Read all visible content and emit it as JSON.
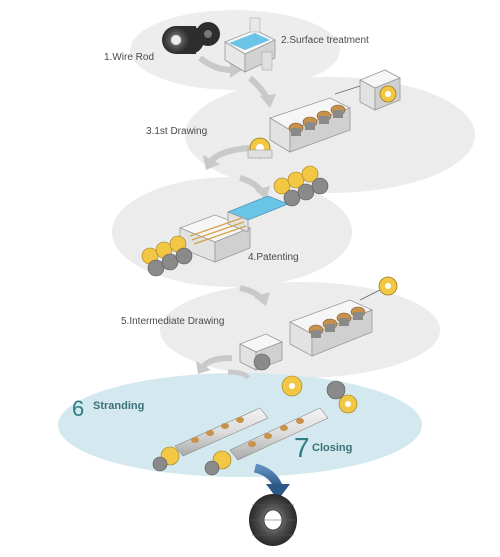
{
  "steps": {
    "s1": {
      "label": "1.Wire Rod"
    },
    "s2": {
      "label": "2.Surface treatment"
    },
    "s3": {
      "label": "3.1st Drawing"
    },
    "s4": {
      "label": "4.Patenting"
    },
    "s5": {
      "label": "5.Intermediate Drawing"
    },
    "s6": {
      "number": "6",
      "label": "Stranding"
    },
    "s7": {
      "number": "7",
      "label": "Closing"
    }
  },
  "colors": {
    "ellipse_gray": "#ececec",
    "ellipse_blue": "#d3e9ef",
    "arrow_gray": "#c9c9c9",
    "arrow_blue": "#3e6f9e",
    "accent_teal": "#2e7d86",
    "spool_yellow": "#f2c744",
    "copper": "#c8924c",
    "water_blue": "#69c4e6"
  }
}
